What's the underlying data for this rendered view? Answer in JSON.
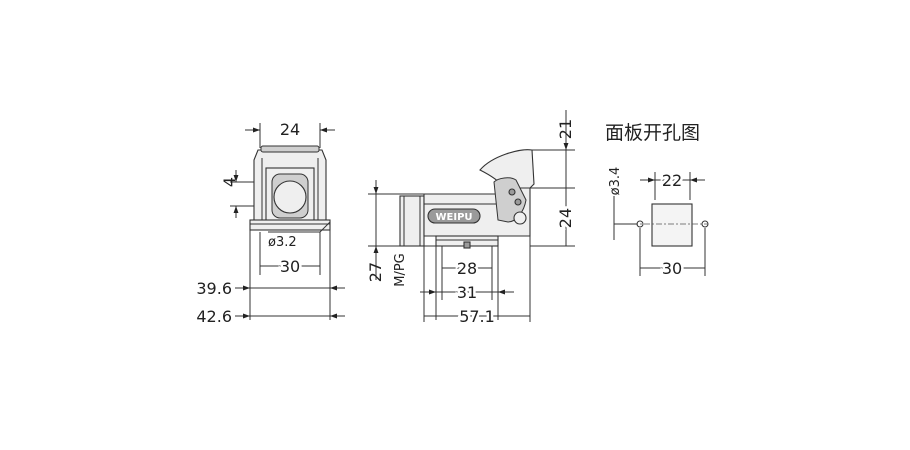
{
  "panel_title": "面板开孔图",
  "front_view": {
    "width_top": "24",
    "dim_4": "4",
    "hole_dia": "ø3.2",
    "hole_spacing": "30",
    "width_39_6": "39.6",
    "width_42_6": "42.6"
  },
  "side_view": {
    "height_27": "27",
    "thread_label": "M/PG",
    "dim_28": "28",
    "dim_31": "31",
    "length": "57.1",
    "dim_21": "21",
    "dim_24": "24",
    "brand_text": "WEIPU"
  },
  "cutout_view": {
    "width_22": "22",
    "hole_dia": "ø3.4",
    "spacing_30": "30"
  }
}
